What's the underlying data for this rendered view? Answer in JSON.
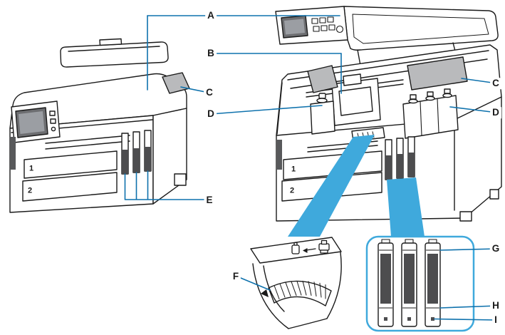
{
  "diagram": {
    "labels": {
      "a": "A",
      "b": "B",
      "c_left": "C",
      "c_right": "C",
      "d_left": "D",
      "d_right": "D",
      "e": "E",
      "f": "F",
      "g": "G",
      "h": "H",
      "i": "I"
    },
    "tray_numbers": {
      "left_tray_1": "1",
      "left_tray_2": "2",
      "right_tray_1": "1",
      "right_tray_2": "2"
    }
  },
  "colors": {
    "leader_line": "#0F72AD",
    "callout_fill": "#3FA9DC",
    "detail_border": "#3FA9DC",
    "art_line": "#1A1A1A",
    "shaded_part": "#B9BABC",
    "ink_fill": "#4D4D4F",
    "screen_fill": "#6D6E71"
  },
  "icons": {
    "transport": "transport-icon",
    "left_arrow": "left-arrow-icon",
    "printer": "printer-icon"
  }
}
